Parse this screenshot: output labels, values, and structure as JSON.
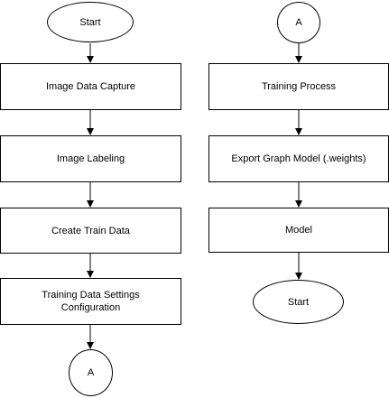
{
  "diagram": {
    "stroke_color": "#000000",
    "fill_color": "#ffffff",
    "left_column": {
      "start": "Start",
      "step1": "Image Data Capture",
      "step2": "Image Labeling",
      "step3": "Create Train Data",
      "step4": "Training Data Settings\nConfiguration",
      "connector": "A"
    },
    "right_column": {
      "connector": "A",
      "step1": "Training Process",
      "step2": "Export Graph Model (.weights)",
      "step3": "Model",
      "end": "Start"
    }
  }
}
